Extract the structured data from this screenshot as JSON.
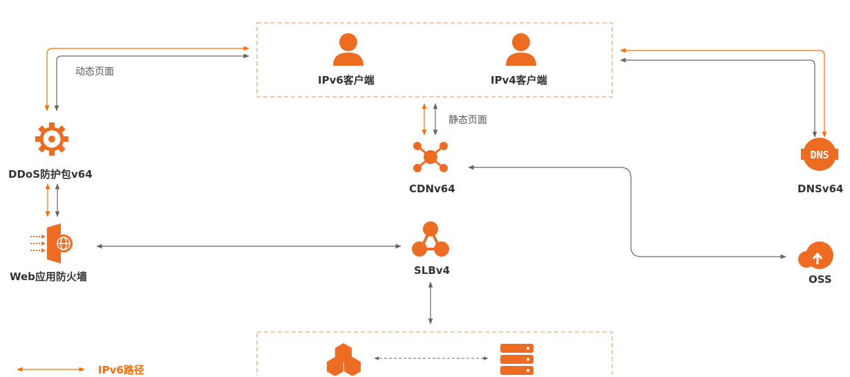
{
  "colors": {
    "ipv6_path": "#ff6a00",
    "ipv4_path": "#666666",
    "icon": "#ee6c21",
    "box_border": "#f5a46e"
  },
  "clients": {
    "ipv6_label": "IPv6客户端",
    "ipv4_label": "IPv4客户端"
  },
  "nodes": {
    "ddos": "DDoS防护包v64",
    "waf": "Web应用防火墙",
    "cdn": "CDNv64",
    "slb": "SLBv4",
    "dns": "DNSv64",
    "oss": "OSS"
  },
  "edge_labels": {
    "dynamic": "动态页面",
    "static": "静态页面"
  },
  "legend": {
    "ipv6": "IPv6路径"
  },
  "icons": [
    "user-icon",
    "gear-shield-icon",
    "firewall-icon",
    "cdn-network-icon",
    "slb-icon",
    "dns-icon",
    "oss-cloud-icon",
    "ecs-cluster-icon",
    "server-stack-icon"
  ]
}
